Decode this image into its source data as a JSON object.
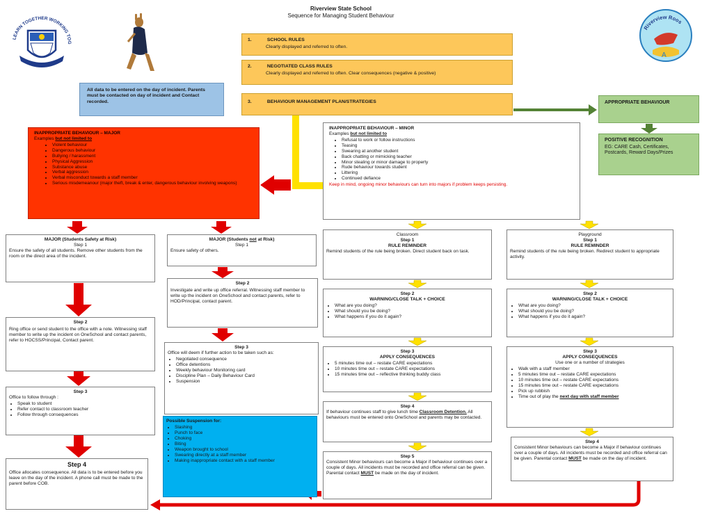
{
  "header": {
    "school": "Riverview State School",
    "subtitle": "Sequence for Managing Student Behaviour",
    "left_logo_text": "LEARN TOGETHER WORKING TOGETHER",
    "right_logo_text": "Riverview Roos"
  },
  "rules": [
    {
      "num": "1.",
      "title": "SCHOOL RULES",
      "text": "Clearly displayed and referred to often."
    },
    {
      "num": "2.",
      "title": "NEGOTIATED CLASS RULES",
      "text": "Clearly displayed and referred to often.  Clear consequences (negative & positive)"
    },
    {
      "num": "3.",
      "title": "BEHAVIOUR MANAGEMENT PLAN/STRATEGIES",
      "text": ""
    }
  ],
  "info_box": "All data to be entered on the day of incident. Parents must be contacted on day of incident and Contact recorded.",
  "appropriate": "APPROPRIATE BEHAVIOUR",
  "positive": {
    "title": "POSITIVE RECOGNITION",
    "text": "EG: CARE Cash, Certificates, Postcards, Reward Days/Prizes"
  },
  "major": {
    "title": "INAPPROPRIATE BEHAVIOUR – MAJOR",
    "intro": "Examples",
    "intro_u": "but not limited to",
    "items": [
      "Violent behaviour",
      "Dangerous behaviour",
      "Bullying / harassment",
      "Physical Aggression",
      "Substance abuse",
      "Verbal aggression",
      "Verbal misconduct towards a staff member",
      "Serious misdemeanour (major theft, break & enter, dangerous behaviour involving weapons)"
    ]
  },
  "minor": {
    "title": "INAPPROPRIATE BEHAVIOUR – MINOR",
    "intro": "Examples",
    "intro_u": "but not limited to",
    "items": [
      "Refusal to work or follow instructions",
      "Teasing",
      "Swearing at another student",
      "Back chatting or mimicking teacher",
      "Minor stealing or minor damage to property",
      "Rude behaviour towards student",
      "Littering",
      "Continued defiance"
    ],
    "note": "Keep in mind, ongoing minor behaviours can turn into majors if problem keeps persisting."
  },
  "col1": {
    "s1": {
      "title": "MAJOR (Students Safety at Risk)",
      "step": "Step 1",
      "text": "Ensure the safety of all students. Remove other students from the room or the direct area of the incident."
    },
    "s2": {
      "step": "Step 2",
      "text": "Ring office or send student to the office with a note.  Witnessing staff member to write up the incident on OneSchool and contact parents, refer to HOCSS/Principal, Contact parent."
    },
    "s3": {
      "step": "Step 3",
      "text": "Office to follow through :",
      "items": [
        "Speak to student",
        "Refer contact to classroom teacher",
        "Follow through consequences"
      ]
    },
    "s4": {
      "step": "Step 4",
      "text": "Office allocates consequence. All data is to be entered before you leave on the day of the incident.  A phone call must be made to the parent before COB."
    }
  },
  "col2": {
    "s1": {
      "title_a": "MAJOR (Students ",
      "title_u": "not",
      "title_b": " at Risk)",
      "step": "Step 1",
      "text": "Ensure safety of others."
    },
    "s2": {
      "step": "Step 2",
      "text": "Investigate and write up office referral.  Witnessing staff member to write up the incident on OneSchool and contact parents, refer to HOD/Principal, contact parent."
    },
    "s3": {
      "step": "Step 3",
      "text": "Office will deem if further action to be taken such as:",
      "items": [
        "Negotiated consequence",
        "Office detentions",
        "Weekly behaviour Monitoring card",
        "Discipline Plan – Daily Behaviour Card",
        "Suspension"
      ]
    },
    "susp": {
      "title": "Possible Suspension for:",
      "items": [
        "Slashing",
        "Punch to face",
        "Choking",
        "Biting",
        "Weapon brought to school",
        "Swearing directly at a staff member",
        "Making inappropriate contact with a staff member"
      ]
    }
  },
  "classroom": {
    "s1": {
      "title": "Classroom",
      "step": "Step 1",
      "head": "RULE REMINDER",
      "text": "Remind students of the rule being broken.  Direct student back on task."
    },
    "s2": {
      "step": "Step 2",
      "head": "WARNING/CLOSE TALK + CHOICE",
      "items": [
        "What are you doing?",
        "What should you be doing?",
        "What happens if you do it again?"
      ]
    },
    "s3": {
      "step": "Step 3",
      "head": "APPLY CONSEQUENCES",
      "items": [
        "5 minutes time out – restate CARE expectations",
        "10 minutes time out – restate CARE expectations",
        "15 minutes time out – reflective thinking buddy class"
      ]
    },
    "s4": {
      "step": "Step 4",
      "text_a": "If behaviour continues staff to give lunch time ",
      "text_u": "Classroom Detention.",
      "text_b": "  All behaviours must be entered onto OneSchool and parents may be contacted."
    },
    "s5": {
      "step": "Step 5",
      "text_a": "Consistent Minor behaviours can become a Major if behaviour continues over a couple of days.  All incidents must be recorded and office referral can be given. Parental contact ",
      "text_u": "MUST",
      "text_b": " be made on the day of incident."
    }
  },
  "playground": {
    "s1": {
      "title": "Playground",
      "step": "Step 1",
      "head": "RULE REMINDER",
      "text": "Remind students of the rule being broken.  Redirect student to appropriate activity."
    },
    "s2": {
      "step": "Step 2",
      "head": "WARNING/CLOSE TALK + CHOICE",
      "items": [
        "What are you doing?",
        "What should you be doing?",
        "What happens if you do it again?"
      ]
    },
    "s3": {
      "step": "Step 3",
      "head": "APPLY CONSEQUENCES",
      "sub": "Use one or a number of strategies",
      "items": [
        "Walk with a staff member",
        "5 minutes time out – restate CARE expectations",
        "10 minutes time out – restate CARE expectations",
        "15 minutes time out – restate CARE expectations",
        "Pick up rubbish"
      ],
      "last_a": "Time out of play the ",
      "last_u": "next day with staff member"
    },
    "s4": {
      "step": "Step 4",
      "text_a": "Consistent Minor behaviours can become a Major if behaviour continues over a couple of days.  All incidents must be recorded and office referral can be given. Parental contact ",
      "text_u": "MUST",
      "text_b": " be made on the day of incident."
    }
  },
  "colors": {
    "rule_box": "#fdc75a",
    "info_box": "#9dc3e6",
    "green": "#a9d18e",
    "green_arrow": "#548235",
    "major_box": "#ff3300",
    "suspension_box": "#00b0f0",
    "red_arrow": "#e00000",
    "yellow_arrow": "#ffe100"
  }
}
